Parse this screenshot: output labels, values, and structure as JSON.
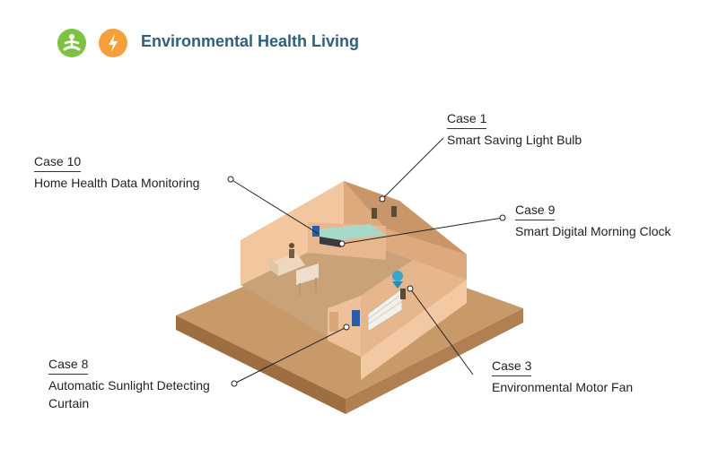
{
  "header": {
    "title": "Environmental Health Living",
    "icons": [
      "wellness-meditation-icon",
      "energy-bolt-icon"
    ],
    "colors": {
      "title": "#2f5f7a",
      "wellness": "#7dc242",
      "energy": "#f5a03a"
    }
  },
  "callouts": [
    {
      "case": "Case 1",
      "desc": "Smart Saving Light Bulb"
    },
    {
      "case": "Case 10",
      "desc": "Home Health Data Monitoring"
    },
    {
      "case": "Case 9",
      "desc": "Smart Digital Morning Clock"
    },
    {
      "case": "Case 8",
      "desc": "Automatic Sunlight Detecting Curtain"
    },
    {
      "case": "Case 3",
      "desc": "Environmental Motor Fan"
    }
  ]
}
